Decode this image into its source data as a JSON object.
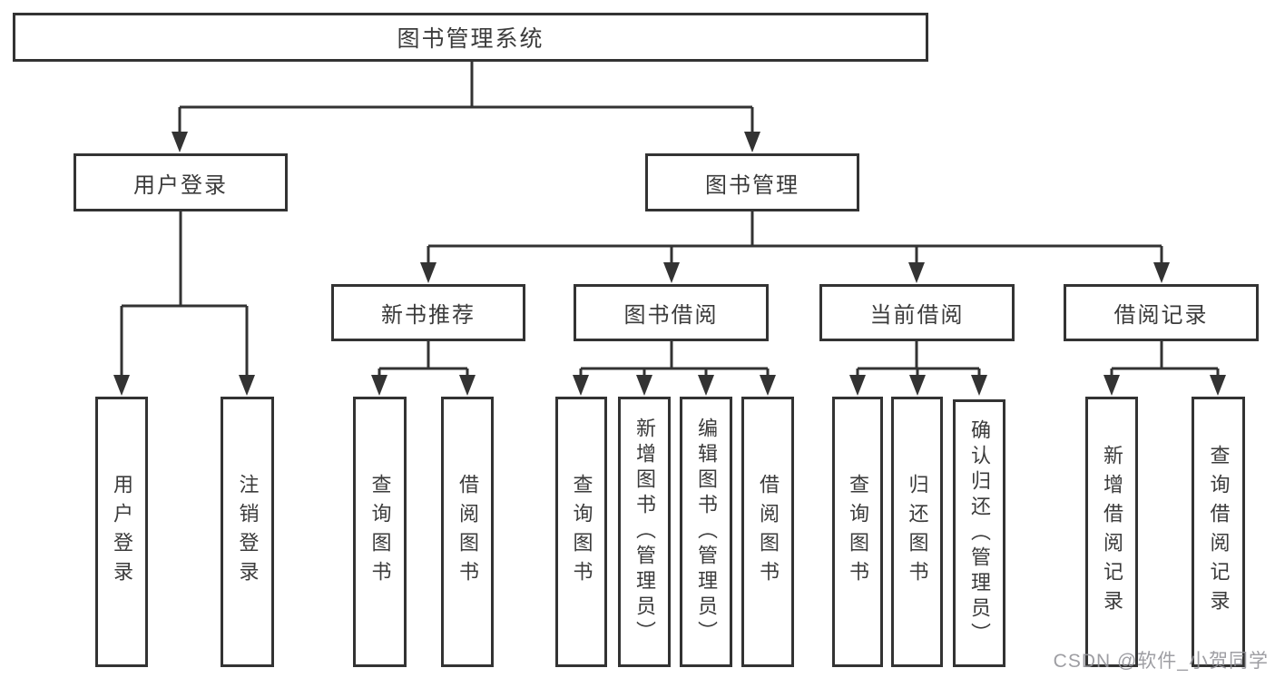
{
  "diagram": {
    "type": "hierarchy-tree",
    "colors": {
      "background": "#ffffff",
      "line": "#333333",
      "box_border": "#333333",
      "box_fill": "#ffffff",
      "text": "#3b3b3b",
      "watermark": "#949499"
    }
  },
  "nodes": {
    "root": {
      "label": "图书管理系统"
    },
    "user_login": {
      "label": "用户登录"
    },
    "book_mgmt": {
      "label": "图书管理"
    },
    "new_books": {
      "label": "新书推荐"
    },
    "book_borrow": {
      "label": "图书借阅"
    },
    "current_borrow": {
      "label": "当前借阅"
    },
    "borrow_records": {
      "label": "借阅记录"
    },
    "u1_user_login": {
      "label": "用户登录"
    },
    "u2_logout": {
      "label": "注销登录"
    },
    "n1_query_books": {
      "label": "查询图书"
    },
    "n2_borrow_books": {
      "label": "借阅图书"
    },
    "b1_query_books": {
      "label": "查询图书"
    },
    "b2_add_books": {
      "label": "新增图书（管理员）"
    },
    "b3_edit_books": {
      "label": "编辑图书（管理员）"
    },
    "b4_borrow_books": {
      "label": "借阅图书"
    },
    "c1_query_books": {
      "label": "查询图书"
    },
    "c2_return_books": {
      "label": "归还图书"
    },
    "c3_confirm_return": {
      "label": "确认归还（管理员）"
    },
    "r1_add_borrow_record": {
      "label": "新增借阅记录"
    },
    "r2_query_borrow_record": {
      "label": "查询借阅记录"
    }
  },
  "edges": [
    [
      "root",
      "user_login"
    ],
    [
      "root",
      "book_mgmt"
    ],
    [
      "user_login",
      "u1_user_login"
    ],
    [
      "user_login",
      "u2_logout"
    ],
    [
      "book_mgmt",
      "new_books"
    ],
    [
      "book_mgmt",
      "book_borrow"
    ],
    [
      "book_mgmt",
      "current_borrow"
    ],
    [
      "book_mgmt",
      "borrow_records"
    ],
    [
      "new_books",
      "n1_query_books"
    ],
    [
      "new_books",
      "n2_borrow_books"
    ],
    [
      "book_borrow",
      "b1_query_books"
    ],
    [
      "book_borrow",
      "b2_add_books"
    ],
    [
      "book_borrow",
      "b3_edit_books"
    ],
    [
      "book_borrow",
      "b4_borrow_books"
    ],
    [
      "current_borrow",
      "c1_query_books"
    ],
    [
      "current_borrow",
      "c2_return_books"
    ],
    [
      "current_borrow",
      "c3_confirm_return"
    ],
    [
      "borrow_records",
      "r1_add_borrow_record"
    ],
    [
      "borrow_records",
      "r2_query_borrow_record"
    ]
  ],
  "watermark": {
    "text": "CSDN @软件_小贺同学"
  }
}
